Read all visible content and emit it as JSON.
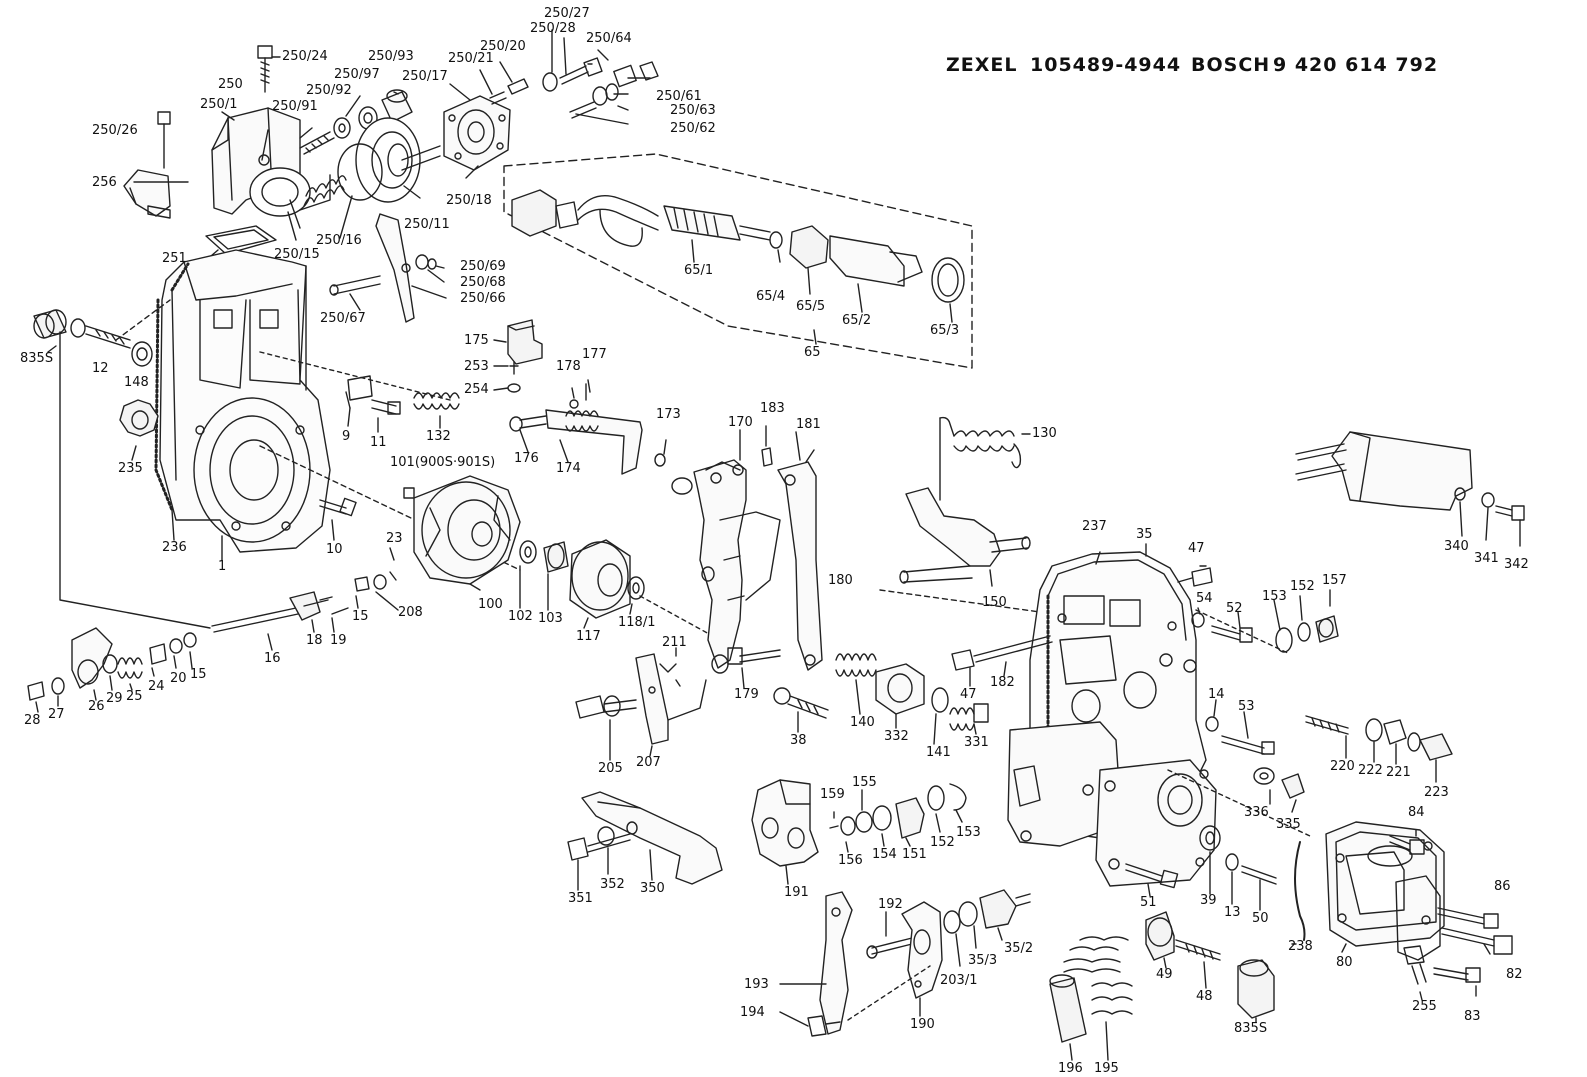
{
  "header": {
    "brand1": "ZEXEL",
    "number1": "105489-4944",
    "brand2": "BOSCH",
    "number2": "9 420 614 792"
  },
  "parts": [
    "250/27",
    "250/28",
    "250/64",
    "250/24",
    "250/93",
    "250/21",
    "250/20",
    "250",
    "250/97",
    "250/17",
    "250/92",
    "250/61",
    "250/1",
    "250/91",
    "250/63",
    "250/62",
    "250/26",
    "250/18",
    "256",
    "250/11",
    "250/16",
    "250/15",
    "251",
    "250/69",
    "250/68",
    "250/66",
    "250/67",
    "65/1",
    "65/4",
    "65/5",
    "65/2",
    "65/3",
    "65",
    "835S",
    "12",
    "148",
    "175",
    "253",
    "254",
    "178",
    "177",
    "9",
    "11",
    "132",
    "173",
    "235",
    "176",
    "174",
    "183",
    "170",
    "181",
    "130",
    "101(900S·901S)",
    "10",
    "236",
    "1",
    "23",
    "100",
    "102",
    "103",
    "117",
    "118/1",
    "15",
    "208",
    "16",
    "18",
    "19",
    "180",
    "237",
    "35",
    "47",
    "54",
    "52",
    "153",
    "152",
    "157",
    "340",
    "341",
    "342",
    "150",
    "182",
    "211",
    "28",
    "27",
    "26",
    "29",
    "25",
    "24",
    "20",
    "15",
    "179",
    "205",
    "207",
    "38",
    "140",
    "332",
    "141",
    "331",
    "14",
    "53",
    "220",
    "222",
    "221",
    "223",
    "47",
    "159",
    "155",
    "156",
    "154",
    "151",
    "152",
    "153",
    "336",
    "335",
    "84",
    "191",
    "351",
    "352",
    "350",
    "51",
    "39",
    "13",
    "50",
    "86",
    "238",
    "192",
    "35/3",
    "35/2",
    "203/1",
    "193",
    "80",
    "82",
    "255",
    "83",
    "49",
    "48",
    "194",
    "190",
    "196",
    "195",
    "835S"
  ]
}
